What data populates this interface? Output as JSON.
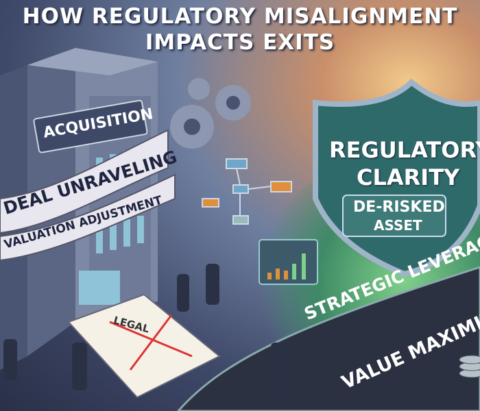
{
  "title": {
    "line1": "HOW REGULATORY MISALIGNMENT",
    "line2": "IMPACTS EXITS"
  },
  "building": {
    "sign": "ACQUISITION",
    "banner1": "DEAL UNRAVELING",
    "banner2": "VALUATION ADJUSTMENT"
  },
  "document": {
    "heading": "LEGAL"
  },
  "shield": {
    "line1": "REGULATORY",
    "line2": "CLARITY",
    "badge1": "DE-RISKED",
    "badge2": "ASSET"
  },
  "road": {
    "line1": "STRATEGIC LEVERAGE",
    "line2": "VALUE MAXIMIZ"
  },
  "colors": {
    "shield": "#2f6a6a",
    "banner": "#e8e6ee",
    "road": "#2c3142",
    "accent": "#e08a3a"
  }
}
